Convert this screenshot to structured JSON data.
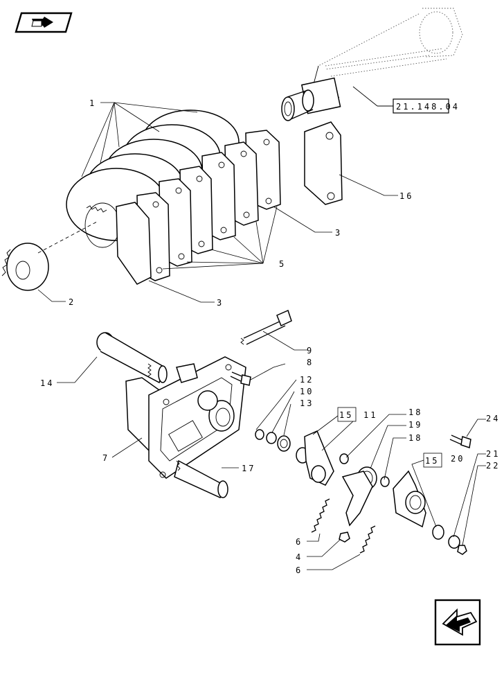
{
  "reference": {
    "text": "21.148.04"
  },
  "callouts": [
    {
      "id": "c1",
      "text": "1"
    },
    {
      "id": "c2",
      "text": "2"
    },
    {
      "id": "c3a",
      "text": "3"
    },
    {
      "id": "c3b",
      "text": "3"
    },
    {
      "id": "c5",
      "text": "5"
    },
    {
      "id": "c16",
      "text": "16"
    },
    {
      "id": "c9",
      "text": "9"
    },
    {
      "id": "c8",
      "text": "8"
    },
    {
      "id": "c14",
      "text": "14"
    },
    {
      "id": "c7",
      "text": "7"
    },
    {
      "id": "c17",
      "text": "17"
    },
    {
      "id": "c12",
      "text": "12"
    },
    {
      "id": "c10",
      "text": "10"
    },
    {
      "id": "c13",
      "text": "13"
    },
    {
      "id": "c15a",
      "text": "15"
    },
    {
      "id": "c11",
      "text": "11"
    },
    {
      "id": "c18a",
      "text": "18"
    },
    {
      "id": "c19",
      "text": "19"
    },
    {
      "id": "c18b",
      "text": "18"
    },
    {
      "id": "c15b",
      "text": "15"
    },
    {
      "id": "c20",
      "text": "20"
    },
    {
      "id": "c24",
      "text": "24"
    },
    {
      "id": "c21",
      "text": "21"
    },
    {
      "id": "c22",
      "text": "22"
    },
    {
      "id": "c6a",
      "text": "6"
    },
    {
      "id": "c4",
      "text": "4"
    },
    {
      "id": "c6b",
      "text": "6"
    }
  ],
  "icons": {
    "top_left": "book-arrow-icon",
    "bottom_right": "previous-page-arrow-icon"
  }
}
